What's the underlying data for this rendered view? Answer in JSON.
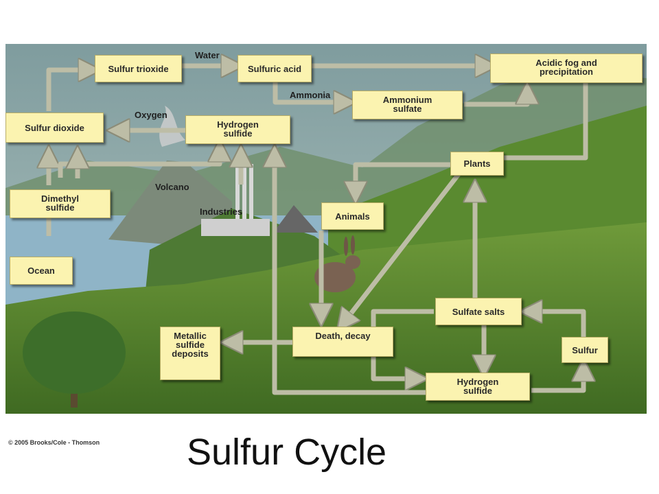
{
  "title": "Sulfur Cycle",
  "copyright": "© 2005 Brooks/Cole - Thomson",
  "colors": {
    "box_fill": "#fbf3b0",
    "arrow": "#b9b9a2",
    "water": "#8fb4c7",
    "grass": "#5c8a2e"
  },
  "nodes": {
    "sulfur_trioxide": "Sulfur trioxide",
    "sulfuric_acid": "Sulfuric acid",
    "acidic_fog": "Acidic fog and\nprecipitation",
    "ammonium_sulfate": "Ammonium\nsulfate",
    "sulfur_dioxide": "Sulfur dioxide",
    "hydrogen_sulfide_top": "Hydrogen\nsulfide",
    "plants": "Plants",
    "dimethyl_sulfide": "Dimethyl\nsulfide",
    "animals": "Animals",
    "ocean": "Ocean",
    "sulfate_salts": "Sulfate salts",
    "metallic_sulfide": "Metallic\nsulfide\ndeposits",
    "death_decay": "Death, decay",
    "sulfur": "Sulfur",
    "hydrogen_sulfide_bottom": "Hydrogen\nsulfide"
  },
  "labels": {
    "water": "Water",
    "ammonia": "Ammonia",
    "oxygen": "Oxygen",
    "volcano": "Volcano",
    "industries": "Industries"
  },
  "icons": [
    "volcano-illustration",
    "smokestack-illustration",
    "rabbit-illustration",
    "tree-illustration"
  ]
}
